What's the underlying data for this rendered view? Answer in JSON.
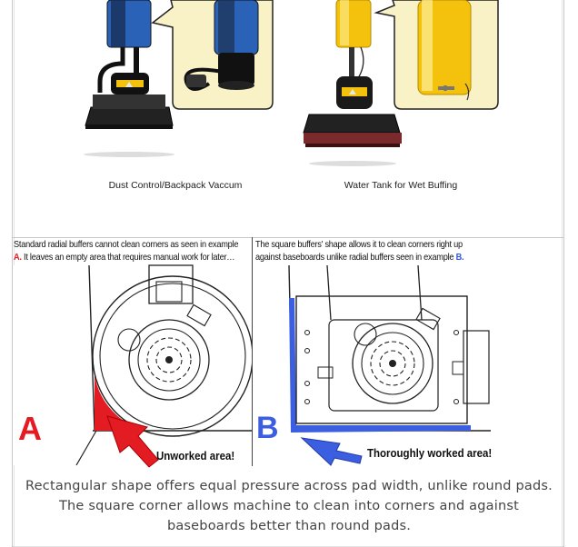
{
  "products": [
    {
      "caption": "Dust Control/Backpack Vaccum"
    },
    {
      "caption": "Water Tank for Wet Buffing"
    }
  ],
  "comparison": {
    "left": {
      "line1": "Standard radial buffers cannot clean corners as seen in example",
      "line2_marker": "A.",
      "line2_text": " It leaves an empty area that requires manual work for later…",
      "letter": "A",
      "callout": "Unworked area!"
    },
    "right": {
      "line1": " The square buffers' shape allows it to clean corners  right up",
      "line2_text": "against baseboards unlike radial buffers seen in example ",
      "line2_marker": "B.",
      "letter": "B",
      "callout": "Thoroughly worked area!"
    }
  },
  "summary": "Rectangular shape offers equal pressure across pad width, unlike round pads. The square corner allows machine to clean into corners and against baseboards better than round pads.",
  "colors": {
    "red": "#e31b23",
    "blue": "#3c5ee0",
    "product_blue": "#2a62b8",
    "product_yellow": "#f4c20d"
  }
}
